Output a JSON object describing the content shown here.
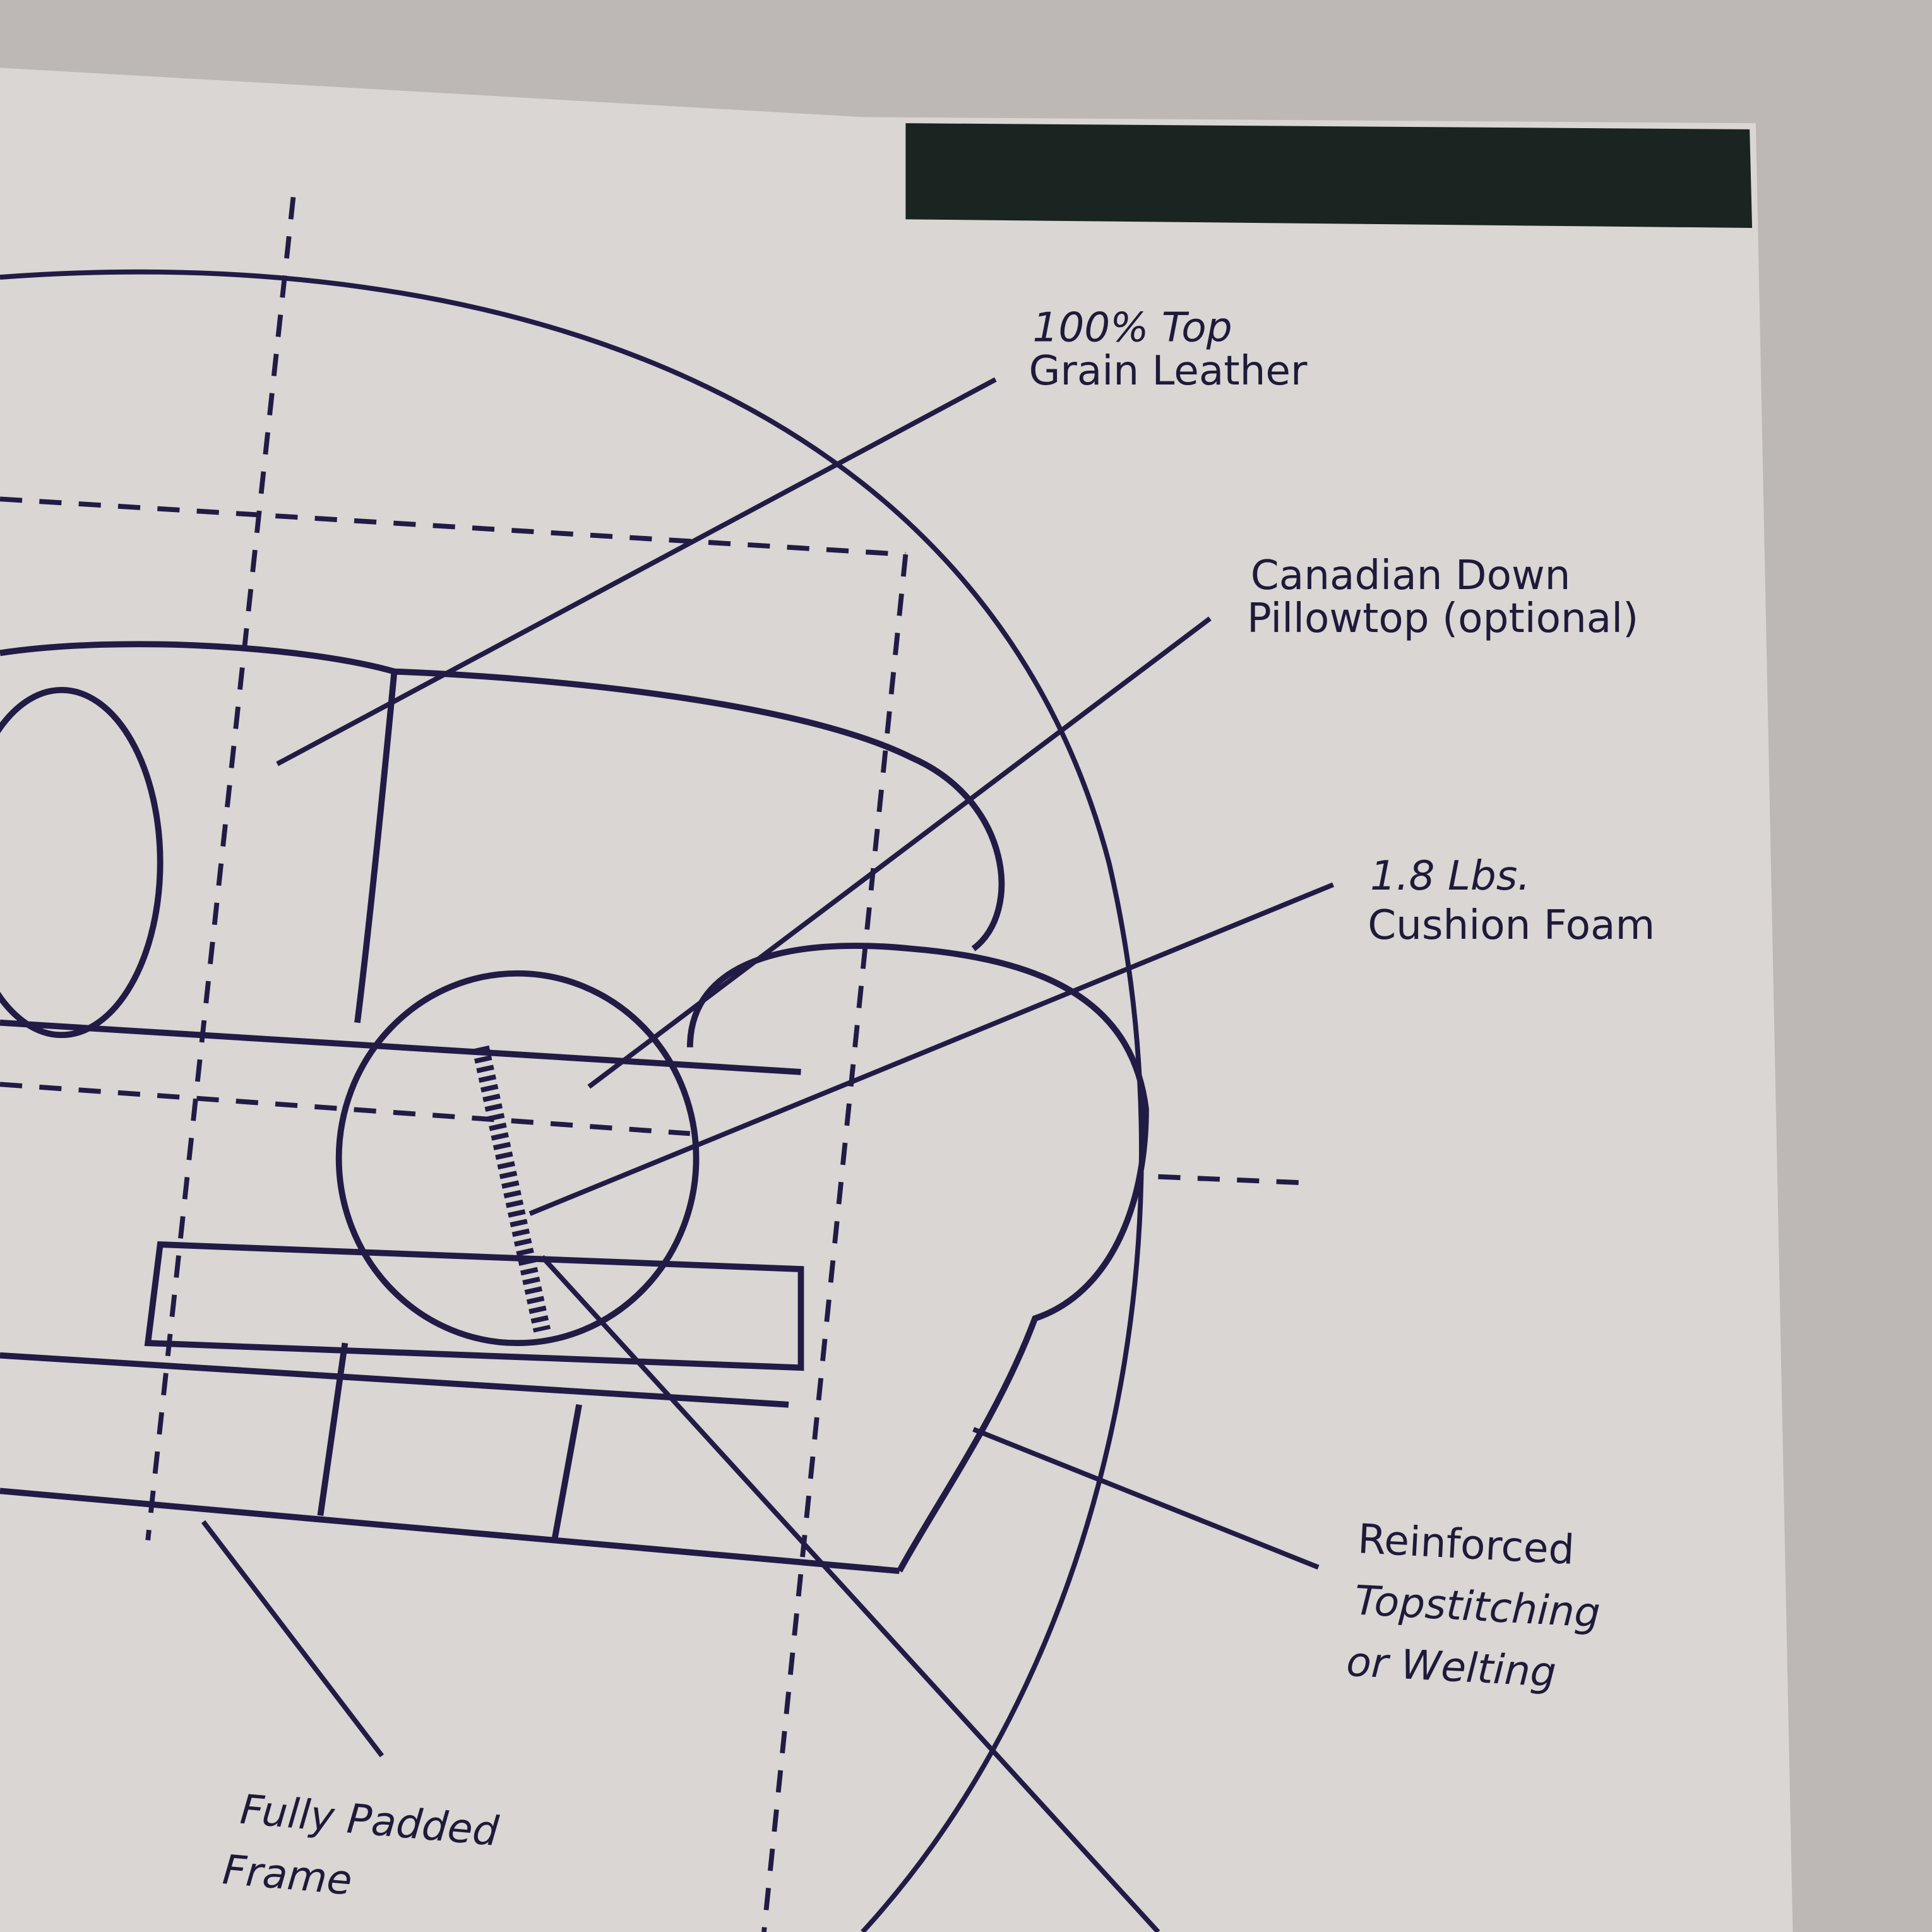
{
  "colors": {
    "paper": "#d9d6d3",
    "background": "#bdb8b6",
    "ink": "#211b45",
    "header_bar": "#1a2420"
  },
  "callouts": [
    {
      "id": "leather",
      "lines": [
        "100% Top",
        "Grain Leather"
      ]
    },
    {
      "id": "pillowtop",
      "lines": [
        "Canadian Down",
        "Pillowtop (optional)"
      ]
    },
    {
      "id": "foam",
      "lines": [
        "1.8 Lbs.",
        "Cushion Foam"
      ]
    },
    {
      "id": "topstitching",
      "lines": [
        "Reinforced",
        "Topstitching",
        "or Welting"
      ]
    },
    {
      "id": "frame",
      "lines": [
        "Fully Padded",
        "Frame"
      ]
    }
  ]
}
